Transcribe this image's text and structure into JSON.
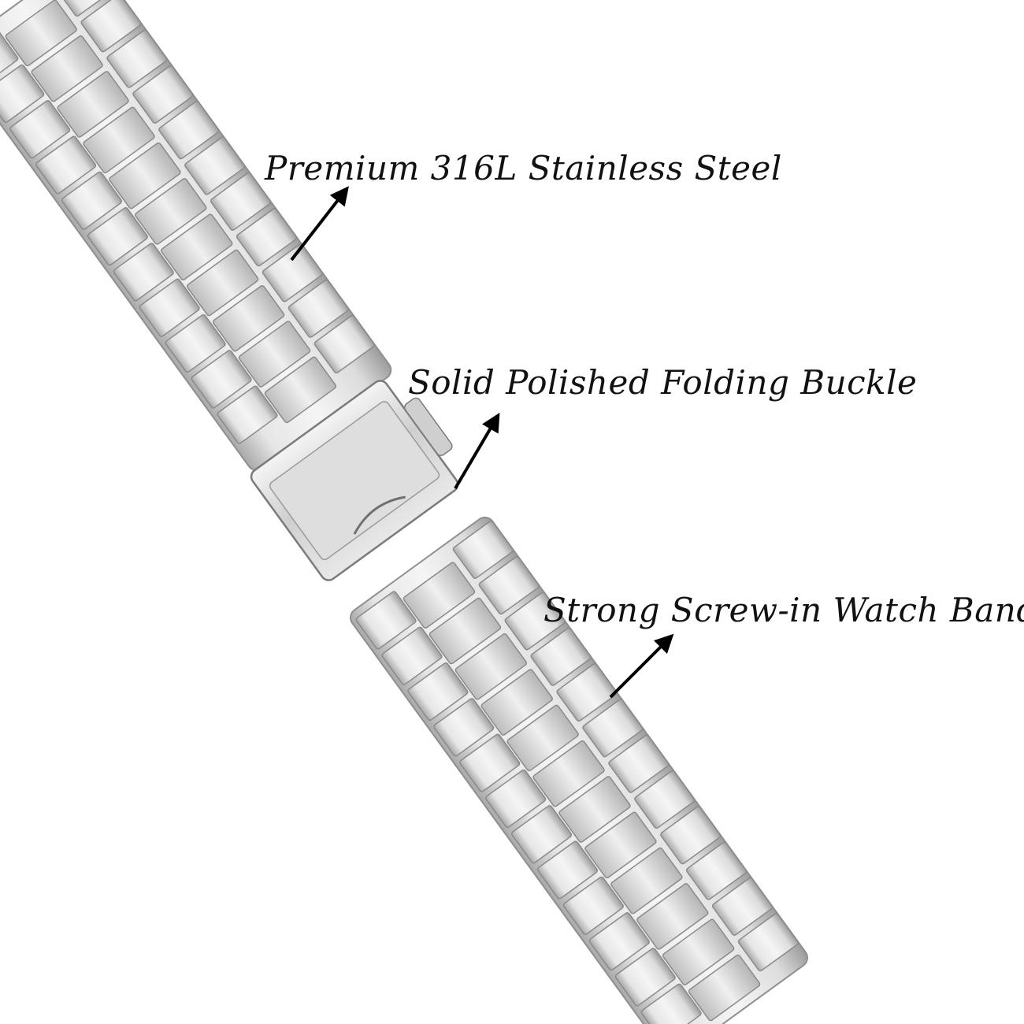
{
  "callouts": {
    "steel": "Premium 316L Stainless Steel",
    "buckle": "Solid Polished Folding Buckle",
    "band": "Strong Screw-in Watch Band"
  },
  "colors": {
    "background": "#ffffff",
    "text": "#111111",
    "arrow": "#000000",
    "steel_light": "#f2f2f2",
    "steel_mid": "#c9c9c9",
    "steel_dark": "#8e8e8e"
  },
  "product": {
    "icon": "stainless-steel-watch-bracelet"
  }
}
